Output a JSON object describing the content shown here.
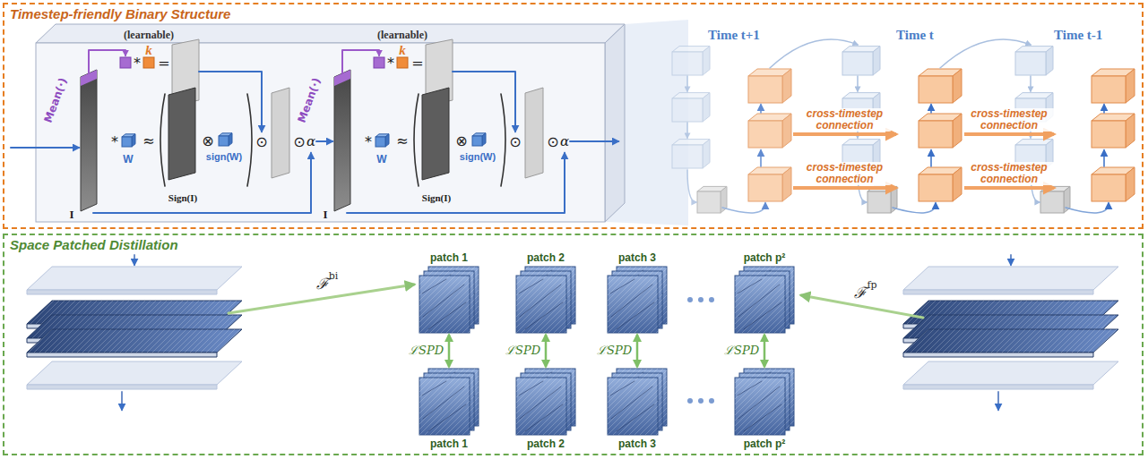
{
  "diagram": {
    "nodes": [
      {
        "text": [
          "Timestep-friendly Binary Structure"
        ]
      },
      {
        "text": [
          "Space Patched Distillation"
        ]
      },
      {
        "text": [
          "Time t+1"
        ],
        "in": 0
      },
      {
        "text": [
          "Time t"
        ],
        "in": 0
      },
      {
        "text": [
          "Time t-1"
        ],
        "in": 0
      },
      {
        "text": [
          "patch 1"
        ],
        "in": 1
      },
      {
        "text": [
          "patch 2"
        ],
        "in": 1
      },
      {
        "text": [
          "patch 3"
        ],
        "in": 1
      },
      {
        "text": [
          "patch p²"
        ],
        "in": 1
      },
      {
        "text": [
          "patch 1"
        ],
        "in": 1
      },
      {
        "text": [
          "patch 2"
        ],
        "in": 1
      },
      {
        "text": [
          "patch 3"
        ],
        "in": 1
      },
      {
        "text": [
          "patch p²"
        ],
        "in": 1
      }
    ],
    "edges": [
      {
        "from": 2,
        "to": 3,
        "arrow": "to",
        "label": "cross-timestep connection"
      },
      {
        "from": 2,
        "to": 3,
        "arrow": "to",
        "label": "cross-timestep connection"
      },
      {
        "from": 3,
        "to": 4,
        "arrow": "to",
        "label": "cross-timestep connection"
      },
      {
        "from": 3,
        "to": 4,
        "arrow": "to",
        "label": "cross-timestep connection"
      },
      {
        "from": 5,
        "to": 9,
        "arrow": "both",
        "label": "ℒSPD"
      },
      {
        "from": 6,
        "to": 10,
        "arrow": "both",
        "label": "ℒSPD"
      },
      {
        "from": 7,
        "to": 11,
        "arrow": "both",
        "label": "ℒSPD"
      },
      {
        "from": 8,
        "to": 12,
        "arrow": "both",
        "label": "ℒSPD"
      }
    ],
    "labels": [
      "Mean(·)",
      "(learnable)",
      "k",
      "*",
      "=",
      "I",
      "*",
      "W",
      "≈",
      "Sign(I)",
      "⊗",
      "sign(W)",
      "⊙",
      "⊙",
      "α",
      "Mean(·)",
      "(learnable)",
      "k",
      "*",
      "=",
      "I",
      "*",
      "W",
      "≈",
      "Sign(I)",
      "⊗",
      "sign(W)",
      "⊙",
      "⊙",
      "α",
      "ℱ",
      "bi",
      "ℱ",
      "fp"
    ]
  }
}
